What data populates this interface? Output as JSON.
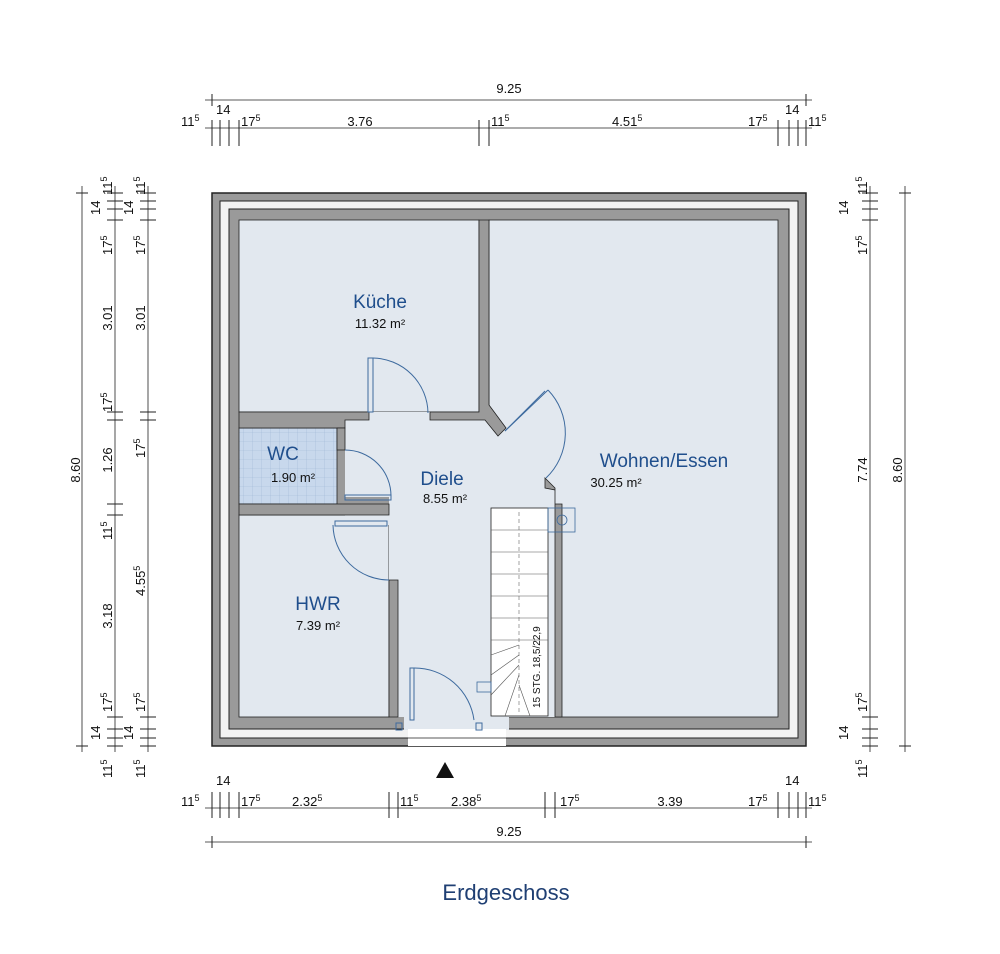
{
  "title": "Erdgeschoss",
  "rooms": {
    "kueche": {
      "name": "Küche",
      "area": "11.32 m²"
    },
    "wc": {
      "name": "WC",
      "area": "1.90 m²"
    },
    "diele": {
      "name": "Diele",
      "area": "8.55 m²"
    },
    "wohnen": {
      "name": "Wohnen/Essen",
      "area": "30.25 m²"
    },
    "hwr": {
      "name": "HWR",
      "area": "7.39 m²"
    }
  },
  "stair_label": "15 STG. 18,5/22,9",
  "dims": {
    "top_total": "9.25",
    "top": {
      "a": "11",
      "b": "14",
      "c": "17",
      "d": "3.76",
      "e": "11",
      "f": "4.51",
      "g": "17",
      "h": "14",
      "i": "11"
    },
    "bottom_total": "9.25",
    "bottom": {
      "a": "11",
      "b": "14",
      "c": "17",
      "d": "2.32",
      "e": "11",
      "f": "2.38",
      "g": "17",
      "h": "3.39",
      "i": "17",
      "j": "14",
      "k": "11"
    },
    "left_total": "8.60",
    "left_inner": {
      "a": "11",
      "b": "14",
      "c": "17",
      "d": "3.01",
      "e": "17",
      "f": "1.26",
      "g": "11",
      "h": "3.18",
      "i": "17",
      "j": "14",
      "k": "11"
    },
    "left_mid": {
      "a": "11",
      "b": "14",
      "c": "17",
      "d": "3.01",
      "e": "17",
      "f": "4.55",
      "g": "17",
      "h": "14",
      "i": "11"
    },
    "right_total": "8.60",
    "right_inner": {
      "a": "11",
      "b": "14",
      "c": "17",
      "d": "7.74",
      "e": "17",
      "f": "14",
      "g": "11"
    },
    "sup5": "5"
  }
}
